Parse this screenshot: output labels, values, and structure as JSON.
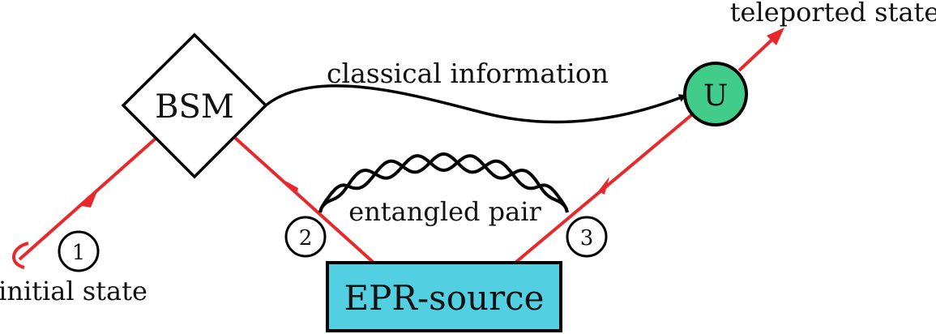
{
  "labels": {
    "bsm": "BSM",
    "unitary": "U",
    "epr_source": "EPR-source",
    "classical_information": "classical information",
    "teleported_state": "teleported state",
    "initial_state": "initial state",
    "entangled_pair": "entangled pair",
    "step1": "1",
    "step2": "2",
    "step3": "3"
  },
  "colors": {
    "photon_path": "#e8282b",
    "epr_fill": "#52cfe0",
    "unitary_fill": "#42cc8a",
    "stroke": "#000000"
  }
}
